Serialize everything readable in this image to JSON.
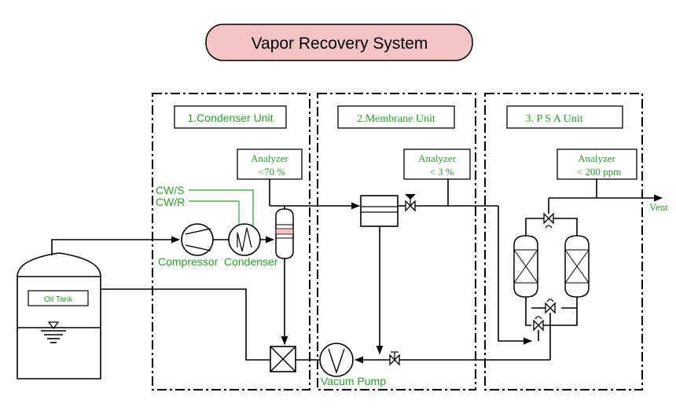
{
  "title": "Vapor Recovery System",
  "units": [
    {
      "label": "1.Condenser Unit",
      "analyzer": "Analyzer",
      "spec": "<70 %"
    },
    {
      "label": "2.Membrane Unit",
      "analyzer": "Analyzer",
      "spec": "< 3 %"
    },
    {
      "label": "3. P S A Unit",
      "analyzer": "Analyzer",
      "spec": "< 200 ppm"
    }
  ],
  "labels": {
    "cws": "CW/S",
    "cwr": "CW/R",
    "compressor": "Compressor",
    "condenser": "Condenser",
    "oil_tank": "Oil Tank",
    "vacuum_pump": "Vacum Pump",
    "vent": "Vent"
  },
  "colors": {
    "title_fill": "#f2c4c4",
    "accent": "#2a9d2a"
  }
}
